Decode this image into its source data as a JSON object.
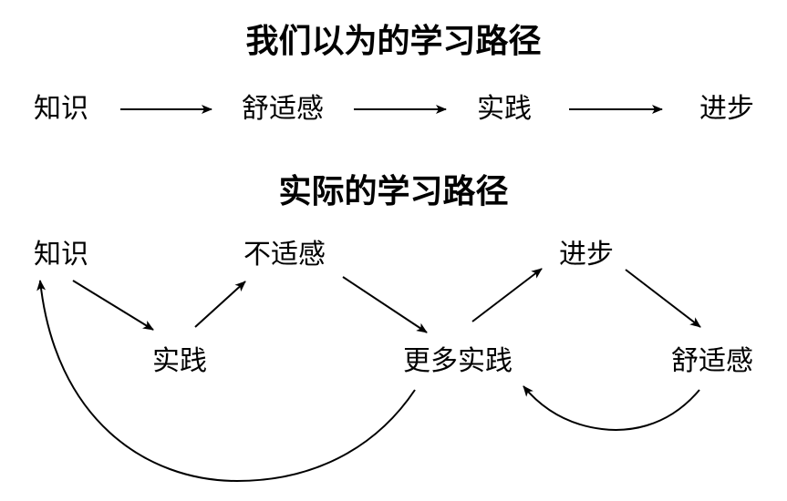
{
  "ideal": {
    "title": "我们以为的学习路径",
    "steps": [
      "知识",
      "舒适感",
      "实践",
      "进步"
    ]
  },
  "actual": {
    "title": "实际的学习路径",
    "nodes": {
      "knowledge": "知识",
      "practice": "实践",
      "discomfort": "不适感",
      "more_practice": "更多实践",
      "progress": "进步",
      "comfort": "舒适感"
    }
  }
}
